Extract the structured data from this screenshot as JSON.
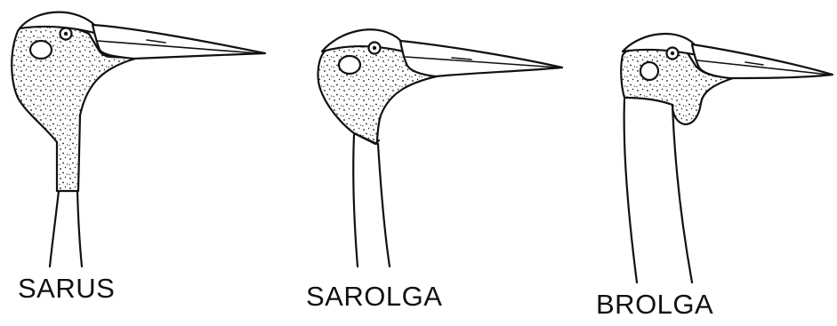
{
  "figure": {
    "heads": [
      {
        "label": "SARUS"
      },
      {
        "label": "SAROLGA"
      },
      {
        "label": "BROLGA"
      }
    ]
  }
}
